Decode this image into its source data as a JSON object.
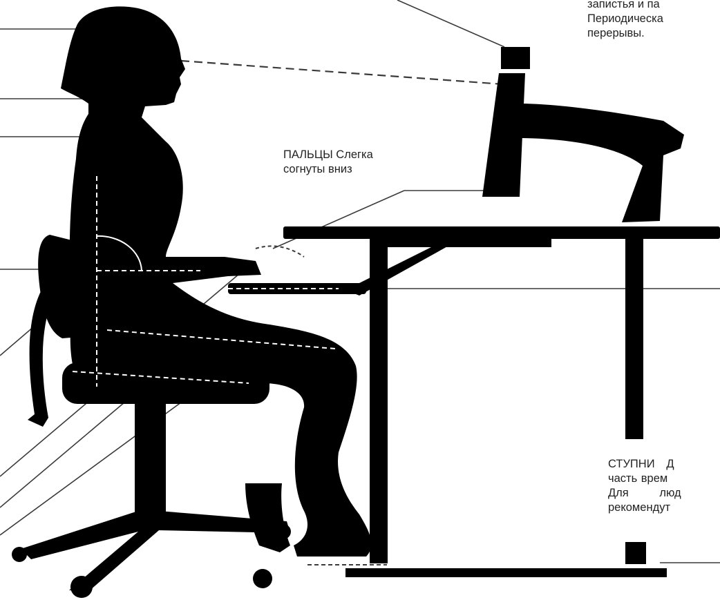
{
  "colors": {
    "silhouette": "#000000",
    "guide": "#ffffff",
    "leader": "#3a3a3a",
    "text": "#222222",
    "background": "#ffffff"
  },
  "labels": {
    "top_note": [
      "запистья и па",
      "Периодическа",
      "перерывы."
    ],
    "fingers": [
      "ПАЛЬЦЫ Слегка",
      "согнуты вниз"
    ],
    "feet": [
      "СТУПНИ   Д",
      "часть врем",
      "Для        люд",
      "рекомендут"
    ]
  }
}
